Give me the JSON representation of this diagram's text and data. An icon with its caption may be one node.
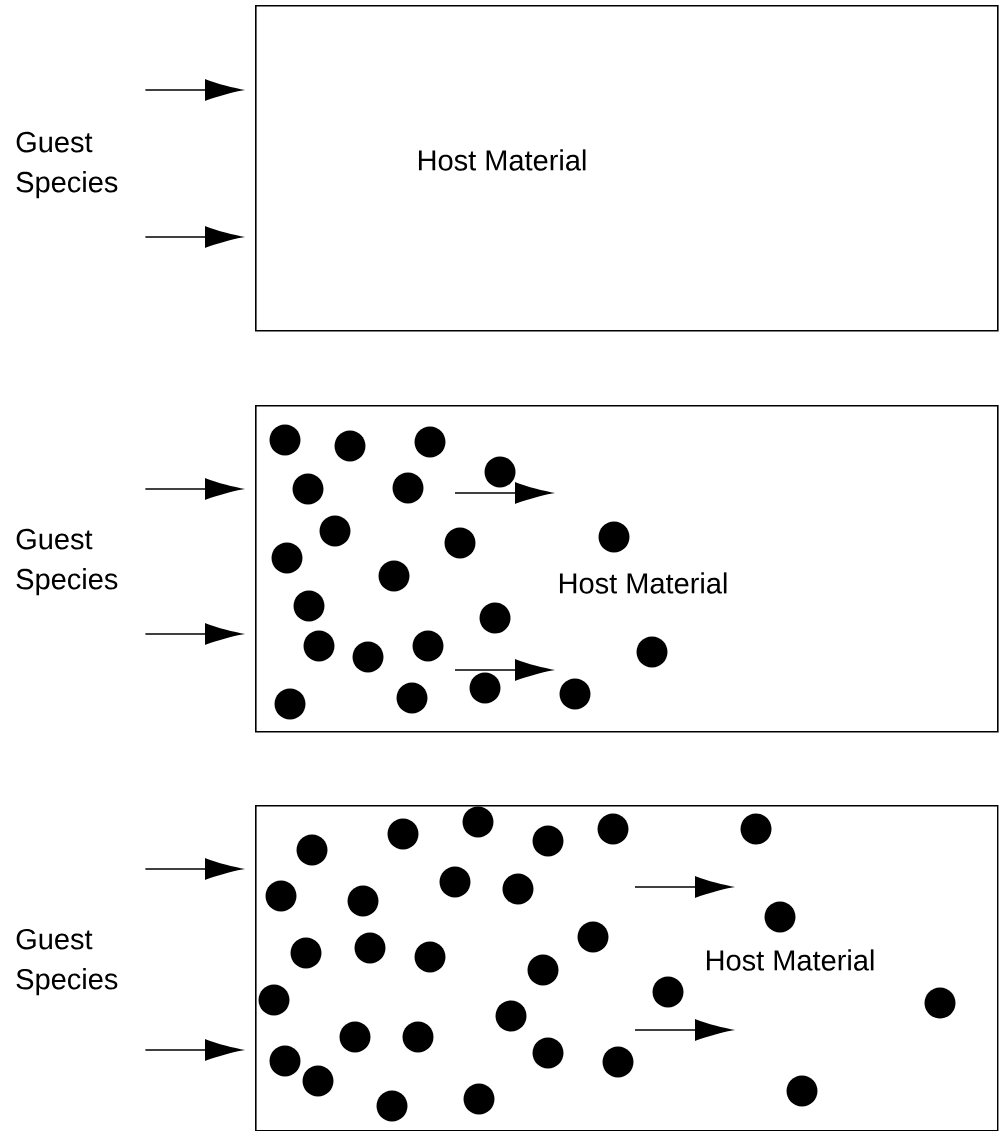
{
  "diagram": {
    "nodes": [
      {
        "text": [
          "Guest Species"
        ]
      },
      {
        "text": [
          "Host Material"
        ]
      },
      {
        "text": [
          "Guest Species"
        ]
      },
      {
        "text": [
          "Host Material"
        ]
      },
      {
        "text": [
          "Guest Species"
        ]
      },
      {
        "text": [
          "Host Material"
        ]
      }
    ],
    "edges": [
      {
        "from": 0,
        "to": 1,
        "arrow": "to"
      },
      {
        "from": 0,
        "to": 1,
        "arrow": "to"
      },
      {
        "from": 2,
        "to": 3,
        "arrow": "to"
      },
      {
        "from": 2,
        "to": 3,
        "arrow": "to"
      },
      {
        "from": 4,
        "to": 5,
        "arrow": "to"
      },
      {
        "from": 4,
        "to": 5,
        "arrow": "to"
      }
    ]
  }
}
